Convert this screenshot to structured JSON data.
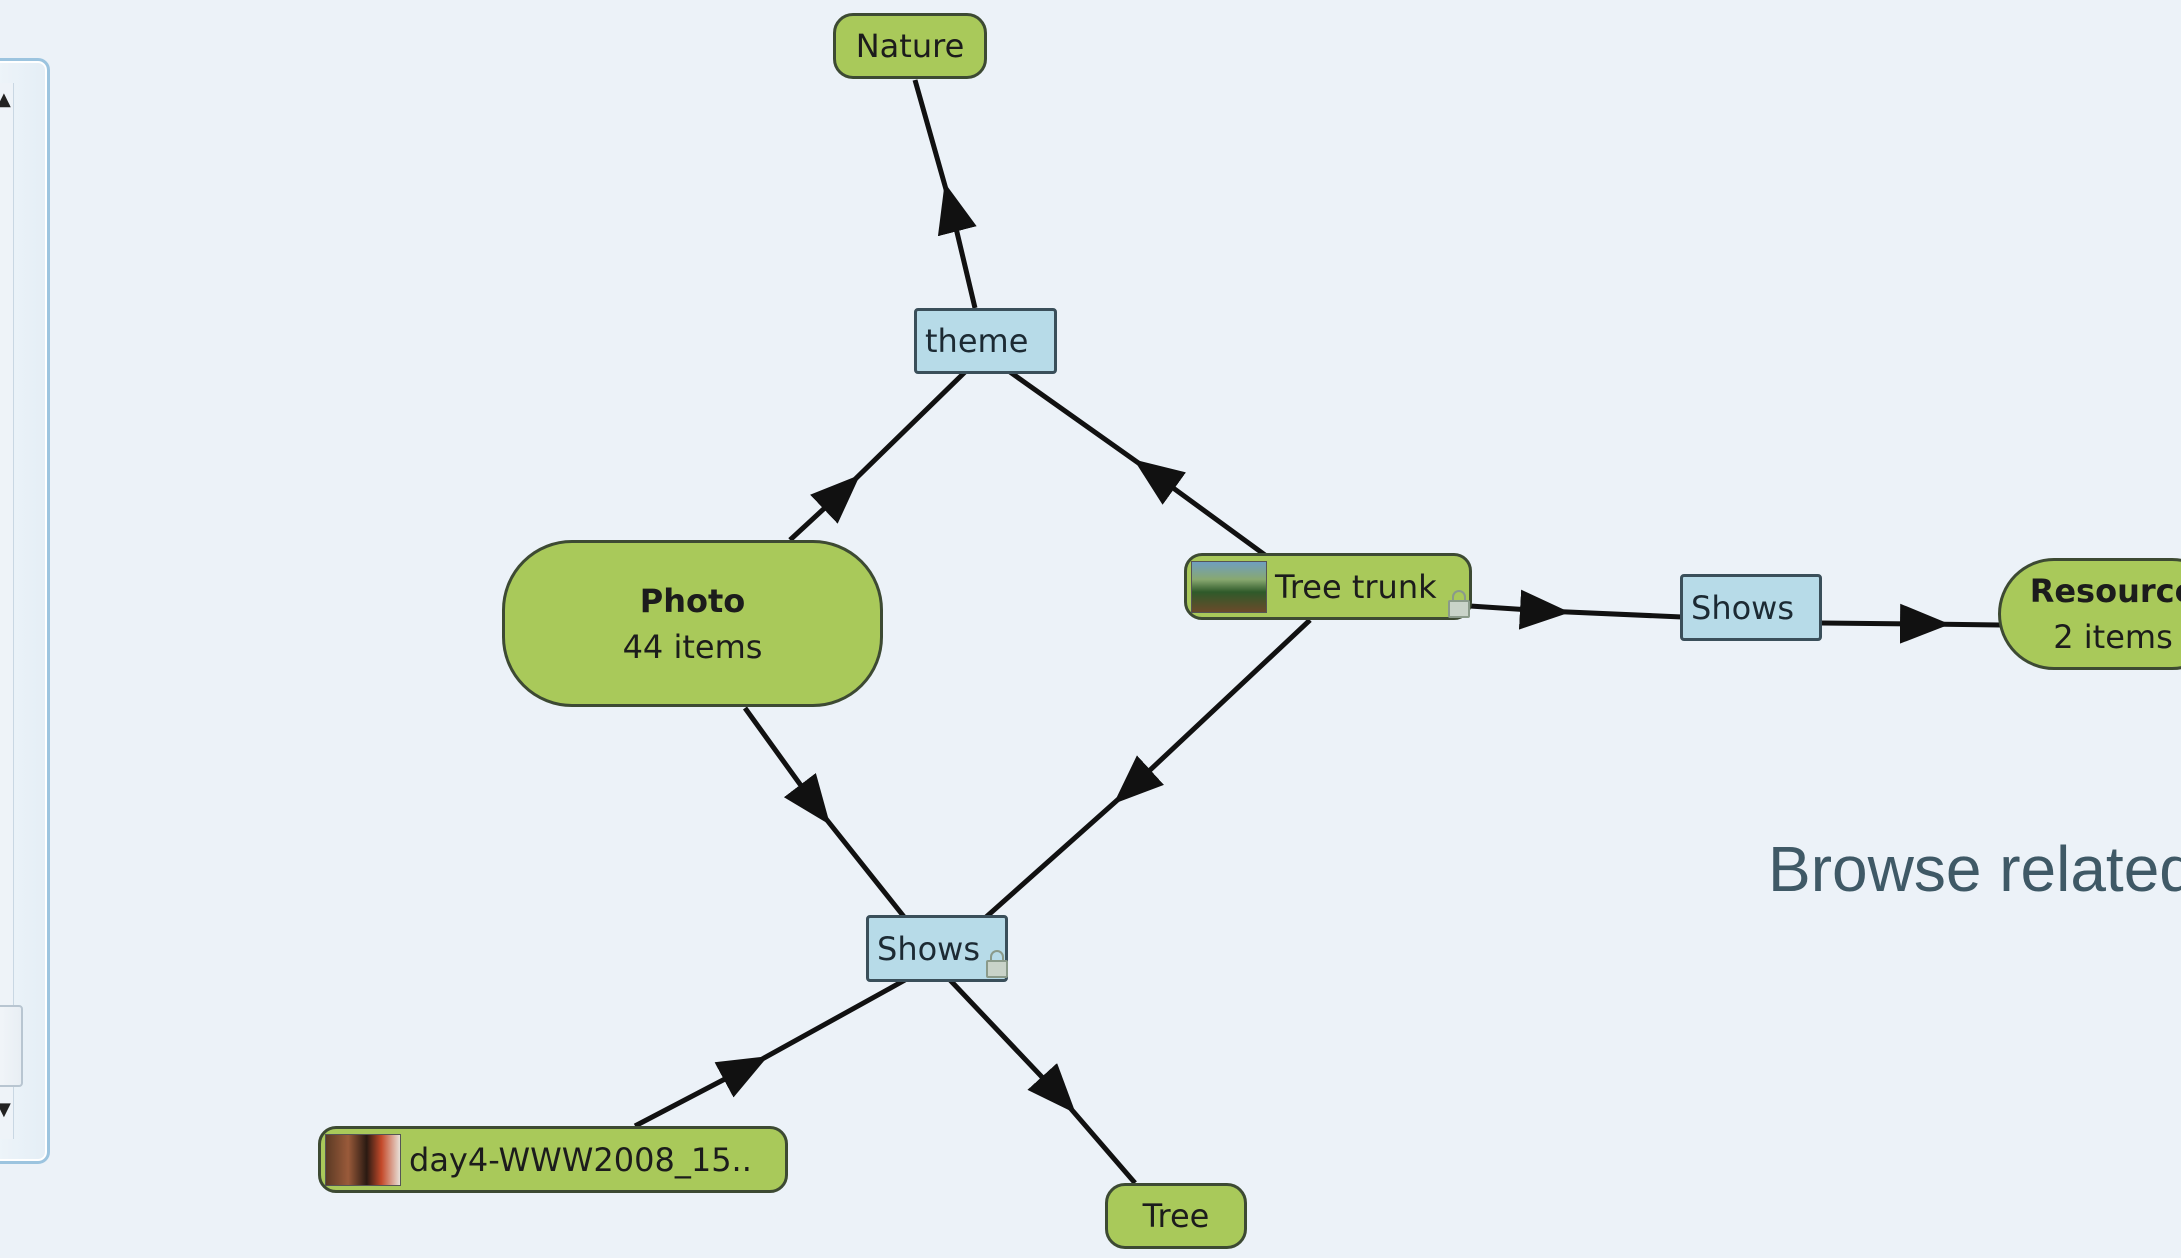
{
  "colors": {
    "background": "#ecf2f8",
    "node_fill": "#a9c95a",
    "relation_fill": "#b7dbe8",
    "edge": "#111111"
  },
  "nodes": {
    "nature": "Nature",
    "photo_title": "Photo",
    "photo_count": "44 items",
    "tree_trunk": "Tree trunk",
    "resource_title": "Resource",
    "resource_count": "2 items",
    "day4": "day4-WWW2008_15..",
    "tree": "Tree"
  },
  "relations": {
    "theme": "theme",
    "shows_right": "Shows",
    "shows_bottom": "Shows"
  },
  "icons": {
    "tree_trunk_thumb": "forest-photo-thumbnail",
    "day4_thumb": "people-photo-thumbnail",
    "lock": "lock-icon"
  },
  "browse_label": "Browse related"
}
